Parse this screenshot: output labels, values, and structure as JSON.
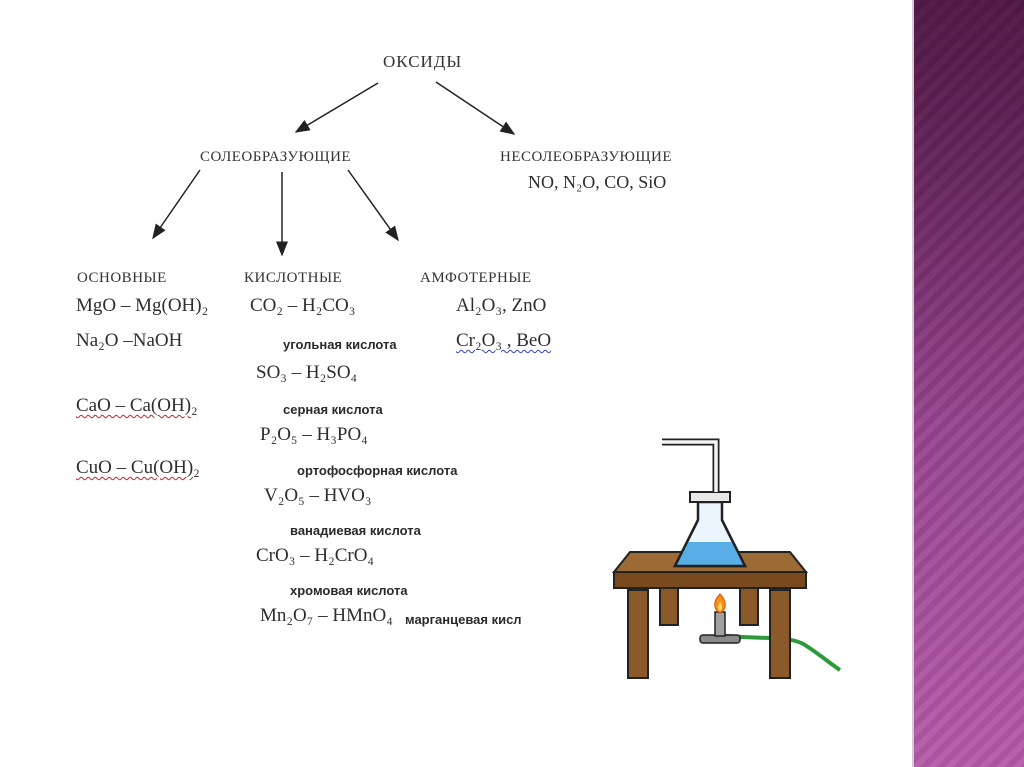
{
  "root": "ОКСИДЫ",
  "branches": {
    "salt_forming": "СОЛЕОБРАЗУЮЩИЕ",
    "non_salt_forming": "НЕСОЛЕОБРАЗУЮЩИЕ",
    "non_salt_examples": "NO, N₂O, CO, SiO"
  },
  "categories": {
    "basic": {
      "title": "ОСНОВНЫЕ",
      "rows": [
        "MgO – Mg(OH)₂",
        "Na₂O –NaOH",
        "CaO – Ca(OH)₂",
        "CuO – Cu(OH)₂"
      ]
    },
    "acidic": {
      "title": "КИСЛОТНЫЕ",
      "rows": [
        {
          "formula": "CO₂ – H₂CO₃",
          "name": ""
        },
        {
          "formula": "",
          "name": "угольная кислота"
        },
        {
          "formula": "SO₃ – H₂SO₄",
          "name": ""
        },
        {
          "formula": "",
          "name": "серная кислота"
        },
        {
          "formula": "P₂O₅ – H₃PO₄",
          "name": ""
        },
        {
          "formula": "",
          "name": "ортофосфорная кислота"
        },
        {
          "formula": "V₂O₅ – HVO₃",
          "name": ""
        },
        {
          "formula": "",
          "name": "ванадиевая кислота"
        },
        {
          "formula": "CrO₃ – H₂CrO₄",
          "name": ""
        },
        {
          "formula": "",
          "name": "хромовая кислота"
        },
        {
          "formula": "Mn₂O₇ – HMnO₄",
          "name": "марганцевая кисл"
        }
      ]
    },
    "amphoteric": {
      "title": "АМФОТЕРНЫЕ",
      "rows": [
        "Al₂O₃, ZnO",
        "Cr₂O₃ , BeO"
      ]
    }
  },
  "colors": {
    "side_band_top": "#5e1f52",
    "side_band_bottom": "#b45aa8",
    "table_wood": "#8b5a2b",
    "flask_liquid": "#5aaee8",
    "hose": "#2e9a3a",
    "flame": "#ff8c1a"
  }
}
